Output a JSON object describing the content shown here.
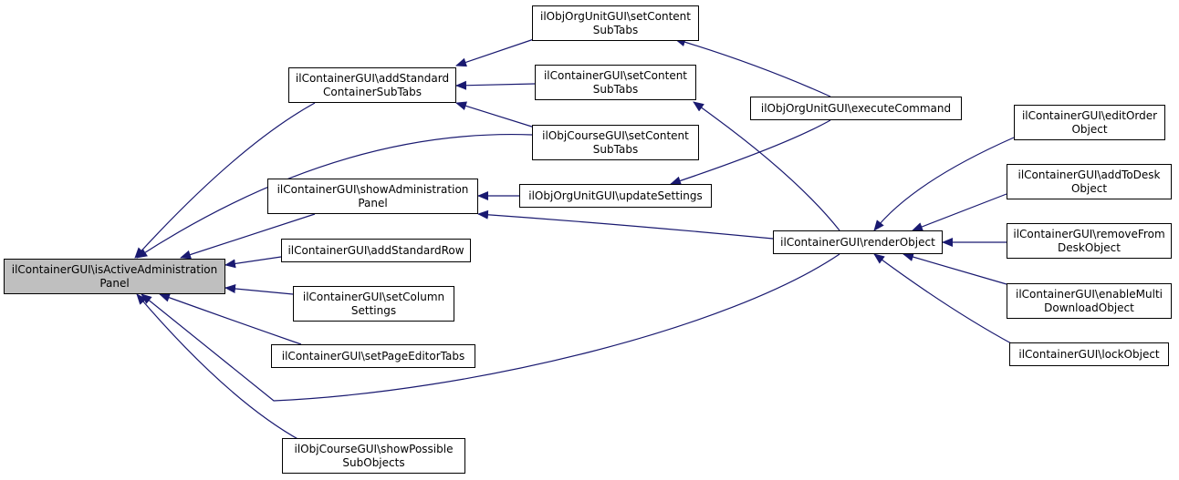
{
  "colors": {
    "edge": "#191970",
    "root_fill": "#bfbfbf",
    "node_fill": "#ffffff",
    "node_border": "#000000"
  },
  "nodes": {
    "root": [
      "ilContainerGUI\\isActiveAdministration",
      "Panel"
    ],
    "addStandardContainerSubTabs": [
      "ilContainerGUI\\addStandard",
      "ContainerSubTabs"
    ],
    "showAdministrationPanel": [
      "ilContainerGUI\\showAdministration",
      "Panel"
    ],
    "addStandardRow": [
      "ilContainerGUI\\addStandardRow"
    ],
    "setColumnSettings": [
      "ilContainerGUI\\setColumn",
      "Settings"
    ],
    "setPageEditorTabs": [
      "ilContainerGUI\\setPageEditorTabs"
    ],
    "courseShowPossibleSubObjects": [
      "ilObjCourseGUI\\showPossible",
      "SubObjects"
    ],
    "orgUnitSetContentSubTabs": [
      "ilObjOrgUnitGUI\\setContent",
      "SubTabs"
    ],
    "containerSetContentSubTabs": [
      "ilContainerGUI\\setContent",
      "SubTabs"
    ],
    "courseSetContentSubTabs": [
      "ilObjCourseGUI\\setContent",
      "SubTabs"
    ],
    "orgUnitUpdateSettings": [
      "ilObjOrgUnitGUI\\updateSettings"
    ],
    "orgUnitExecuteCommand": [
      "ilObjOrgUnitGUI\\executeCommand"
    ],
    "renderObject": [
      "ilContainerGUI\\renderObject"
    ],
    "editOrderObject": [
      "ilContainerGUI\\editOrder",
      "Object"
    ],
    "addToDeskObject": [
      "ilContainerGUI\\addToDesk",
      "Object"
    ],
    "removeFromDeskObject": [
      "ilContainerGUI\\removeFrom",
      "DeskObject"
    ],
    "enableMultiDownloadObject": [
      "ilContainerGUI\\enableMulti",
      "DownloadObject"
    ],
    "lockObject": [
      "ilContainerGUI\\lockObject"
    ]
  },
  "edges": [
    [
      "addStandardContainerSubTabs",
      "root"
    ],
    [
      "showAdministrationPanel",
      "root"
    ],
    [
      "addStandardRow",
      "root"
    ],
    [
      "setColumnSettings",
      "root"
    ],
    [
      "setPageEditorTabs",
      "root"
    ],
    [
      "courseShowPossibleSubObjects",
      "root"
    ],
    [
      "courseSetContentSubTabs",
      "root"
    ],
    [
      "renderObject",
      "root"
    ],
    [
      "orgUnitSetContentSubTabs",
      "addStandardContainerSubTabs"
    ],
    [
      "containerSetContentSubTabs",
      "addStandardContainerSubTabs"
    ],
    [
      "courseSetContentSubTabs",
      "addStandardContainerSubTabs"
    ],
    [
      "orgUnitUpdateSettings",
      "showAdministrationPanel"
    ],
    [
      "renderObject",
      "showAdministrationPanel"
    ],
    [
      "orgUnitExecuteCommand",
      "orgUnitSetContentSubTabs"
    ],
    [
      "renderObject",
      "containerSetContentSubTabs"
    ],
    [
      "orgUnitExecuteCommand",
      "orgUnitUpdateSettings"
    ],
    [
      "editOrderObject",
      "renderObject"
    ],
    [
      "addToDeskObject",
      "renderObject"
    ],
    [
      "removeFromDeskObject",
      "renderObject"
    ],
    [
      "enableMultiDownloadObject",
      "renderObject"
    ],
    [
      "lockObject",
      "renderObject"
    ]
  ]
}
